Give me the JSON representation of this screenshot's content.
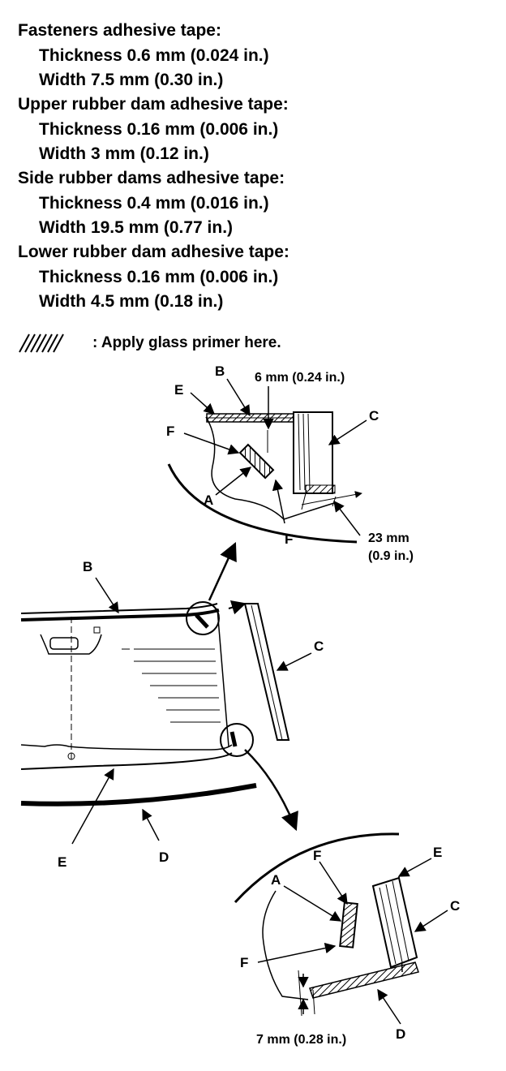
{
  "specs": [
    {
      "heading": "Fasteners adhesive tape:",
      "thickness": "Thickness 0.6 mm (0.024 in.)",
      "width": "Width 7.5 mm (0.30 in.)"
    },
    {
      "heading": "Upper rubber dam adhesive tape:",
      "thickness": "Thickness 0.16 mm (0.006 in.)",
      "width": "Width 3 mm (0.12 in.)"
    },
    {
      "heading": "Side rubber dams adhesive tape:",
      "thickness": "Thickness 0.4 mm (0.016 in.)",
      "width": "Width 19.5 mm (0.77 in.)"
    },
    {
      "heading": "Lower rubber dam adhesive tape:",
      "thickness": "Thickness 0.16 mm (0.006 in.)",
      "width": "Width 4.5 mm (0.18 in.)"
    }
  ],
  "legend": {
    "text": ": Apply glass primer here."
  },
  "labels": {
    "A": "A",
    "B": "B",
    "C": "C",
    "D": "D",
    "E": "E",
    "F": "F"
  },
  "dimensions": {
    "top_gap": "6 mm (0.24 in.)",
    "side_offset_line1": "23 mm",
    "side_offset_line2": "(0.9 in.)",
    "bottom_gap": "7 mm (0.28 in.)"
  }
}
